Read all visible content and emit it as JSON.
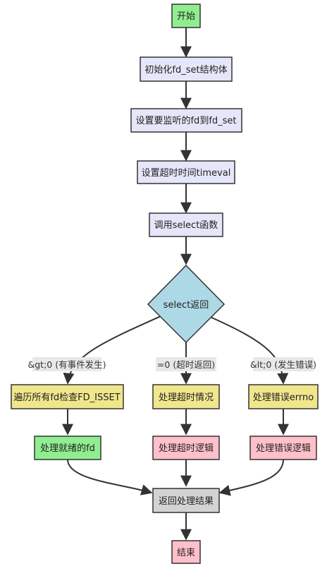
{
  "nodes": {
    "start": {
      "label": "开始",
      "fill": "#90ee90"
    },
    "init": {
      "label": "初始化fd_set结构体",
      "fill": "#e6e6fa"
    },
    "set_fd": {
      "label": "设置要监听的fd到fd_set",
      "fill": "#e6e6fa"
    },
    "set_timeout": {
      "label": "设置超时时间timeval",
      "fill": "#e6e6fa"
    },
    "call_select": {
      "label": "调用select函数",
      "fill": "#e6e6fa"
    },
    "decision": {
      "label": "select返回",
      "fill": "#add8e6"
    },
    "iterate": {
      "label": "遍历所有fd检查FD_ISSET",
      "fill": "#f0e68c"
    },
    "timeout_case": {
      "label": "处理超时情况",
      "fill": "#f0e68c"
    },
    "errno_case": {
      "label": "处理错误errno",
      "fill": "#f0e68c"
    },
    "ready_fd": {
      "label": "处理就绪的fd",
      "fill": "#90ee90"
    },
    "timeout_logic": {
      "label": "处理超时逻辑",
      "fill": "#ffc0cb"
    },
    "error_logic": {
      "label": "处理错误逻辑",
      "fill": "#ffc0cb"
    },
    "return_result": {
      "label": "返回处理结果",
      "fill": "#d3d3d3"
    },
    "end": {
      "label": "结束",
      "fill": "#ffc0cb"
    }
  },
  "edge_labels": {
    "gt0": "&gt;0 (有事件发生)",
    "eq0": "=0 (超时返回)",
    "lt0": "&lt;0 (发生错误)"
  },
  "colors": {
    "stroke": "#333333",
    "edge_label_bg": "#e8e8e8"
  }
}
